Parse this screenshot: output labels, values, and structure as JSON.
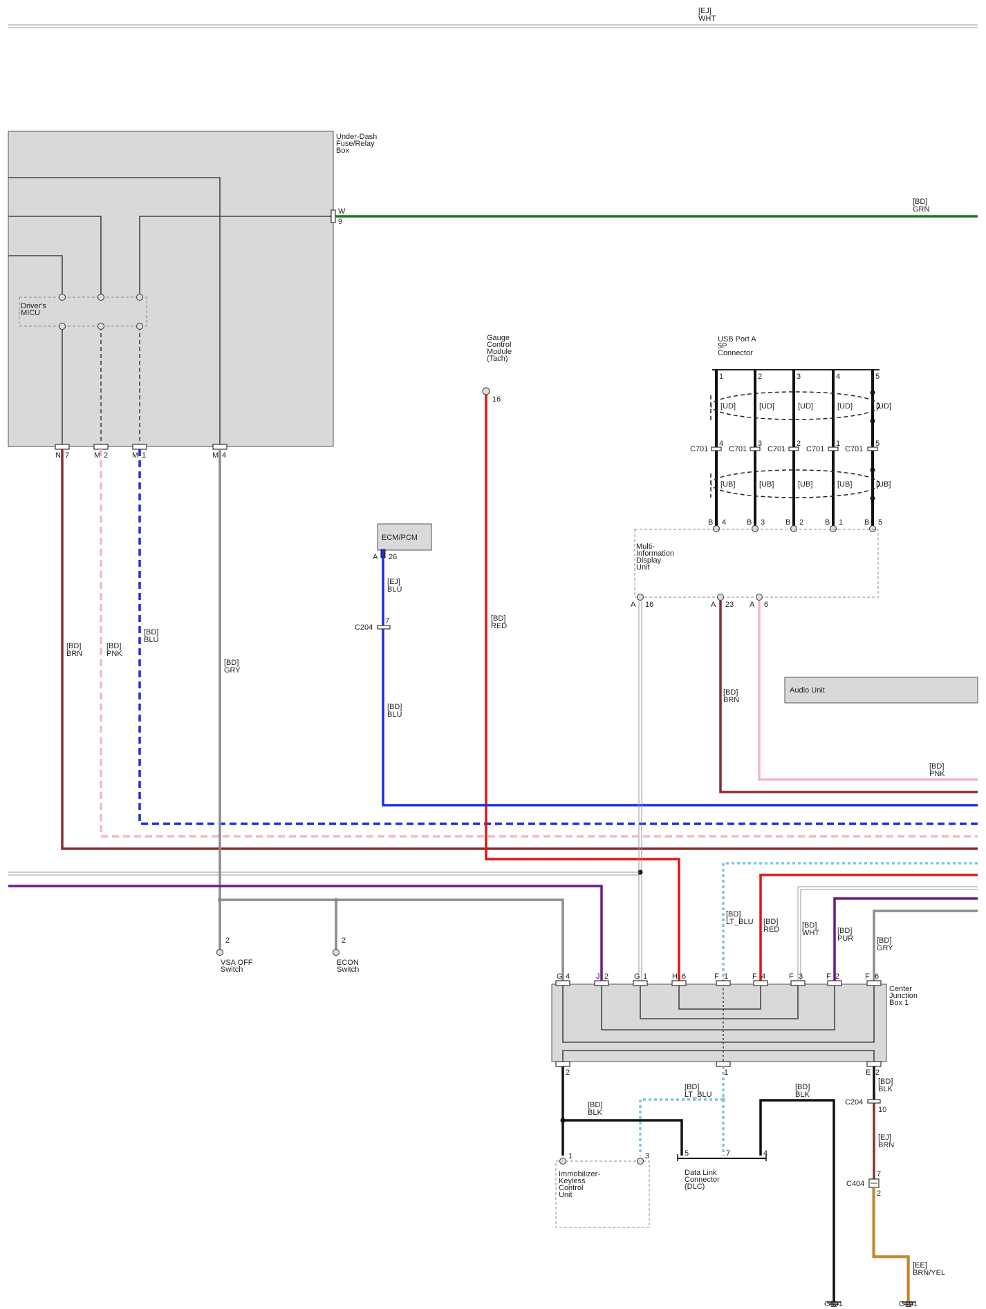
{
  "top_bus": {
    "code": "[EJ]",
    "color": "WHT"
  },
  "components": {
    "under_dash": [
      "Under-Dash",
      "Fuse/Relay",
      "Box"
    ],
    "micu": [
      "Driver's",
      "MICU"
    ],
    "gauge": [
      "Gauge",
      "Control",
      "Module",
      "(Tach)"
    ],
    "usb": [
      "USB Port A",
      "5P",
      "Connector"
    ],
    "ecm": "ECM/PCM",
    "mid": [
      "Multi-",
      "Information",
      "Display",
      "Unit"
    ],
    "audio": "Audio Unit",
    "vsa": [
      "VSA OFF",
      "Switch"
    ],
    "econ": [
      "ECON",
      "Switch"
    ],
    "cjb": [
      "Center",
      "Junction",
      "Box 1"
    ],
    "immob": [
      "Immobilizer-",
      "Keyless",
      "Control",
      "Unit"
    ],
    "dlc": [
      "Data Link",
      "Connector",
      "(DLC)"
    ]
  },
  "grounds": {
    "g501": "G501",
    "g101": "G101"
  },
  "pins": {
    "w": "W",
    "w9": "9",
    "n": "N",
    "n7": "7",
    "m": "M",
    "m2": "2",
    "m1": "1",
    "m4": "4",
    "g16": "16",
    "a": "A",
    "a26": "26",
    "usb1": "1",
    "usb2": "2",
    "usb3": "3",
    "usb4": "4",
    "usb5": "5",
    "c701": "C701",
    "c701_4": "4",
    "c701_3": "3",
    "c701_2": "2",
    "c701_1": "1",
    "c701_5": "5",
    "b": "B",
    "b4": "4",
    "b3": "3",
    "b2": "2",
    "b1": "1",
    "b5": "5",
    "a16": "16",
    "a23": "23",
    "a6": "6",
    "c204": "C204",
    "c204_7": "7",
    "c204_10": "10",
    "vsa2": "2",
    "econ2": "2",
    "g": "G",
    "g4": "4",
    "j": "J",
    "j2": "2",
    "g1": "1",
    "h": "H",
    "h6": "6",
    "f": "F",
    "f1": "1",
    "f4": "4",
    "f3": "3",
    "f2": "2",
    "f6": "6",
    "cjb_i2": "2",
    "cjb_i1": "1",
    "e": "E",
    "e2": "2",
    "im1": "1",
    "im3": "3",
    "dlc5": "5",
    "dlc7": "7",
    "dlc4": "4",
    "c404": "C404",
    "c404_7": "7",
    "c404_2": "2"
  },
  "labels": {
    "grn": [
      "[BD]",
      "GRN"
    ],
    "brn_left": [
      "[BD]",
      "BRN"
    ],
    "pnk_left": [
      "[BD]",
      "PNK"
    ],
    "blu_left": [
      "[BD]",
      "BLU"
    ],
    "gry_left": [
      "[BD]",
      "GRY"
    ],
    "ej_blu": [
      "[EJ]",
      "BLU"
    ],
    "bd_blu": [
      "[BD]",
      "BLU"
    ],
    "red": [
      "[BD]",
      "RED"
    ],
    "brn_mid": [
      "[BD]",
      "BRN"
    ],
    "pnk_mid": [
      "[BD]",
      "PNK"
    ],
    "ltblu": [
      "[BD]",
      "LT_BLU"
    ],
    "red2": [
      "[BD]",
      "RED"
    ],
    "wht": [
      "[BD]",
      "WHT"
    ],
    "pur": [
      "[BD]",
      "PUR"
    ],
    "gry_right": [
      "[BD]",
      "GRY"
    ],
    "blk_e2": [
      "[BD]",
      "BLK"
    ],
    "ej_brn": [
      "[EJ]",
      "BRN"
    ],
    "ee": [
      "[EE]",
      "BRN/YEL"
    ],
    "blk_i2": [
      "[BD]",
      "BLK"
    ],
    "ltblu2": [
      "[BD]",
      "LT_BLU"
    ],
    "blk_g501": [
      "[BD]",
      "BLK"
    ],
    "ud": "[UD]",
    "ub": "[UB]"
  },
  "wire_colors": {
    "grn": "#1a7a1a",
    "brn": "#8b2e2e",
    "pnk": "#f4b8c2",
    "blu": "#1f2fd6",
    "gry": "#8c8c8c",
    "red": "#e01515",
    "pur": "#6a1a8a",
    "ltblu": "#7cc6e0",
    "blk": "#111111",
    "brnyel": "#c88a28",
    "wht": "#999999"
  }
}
